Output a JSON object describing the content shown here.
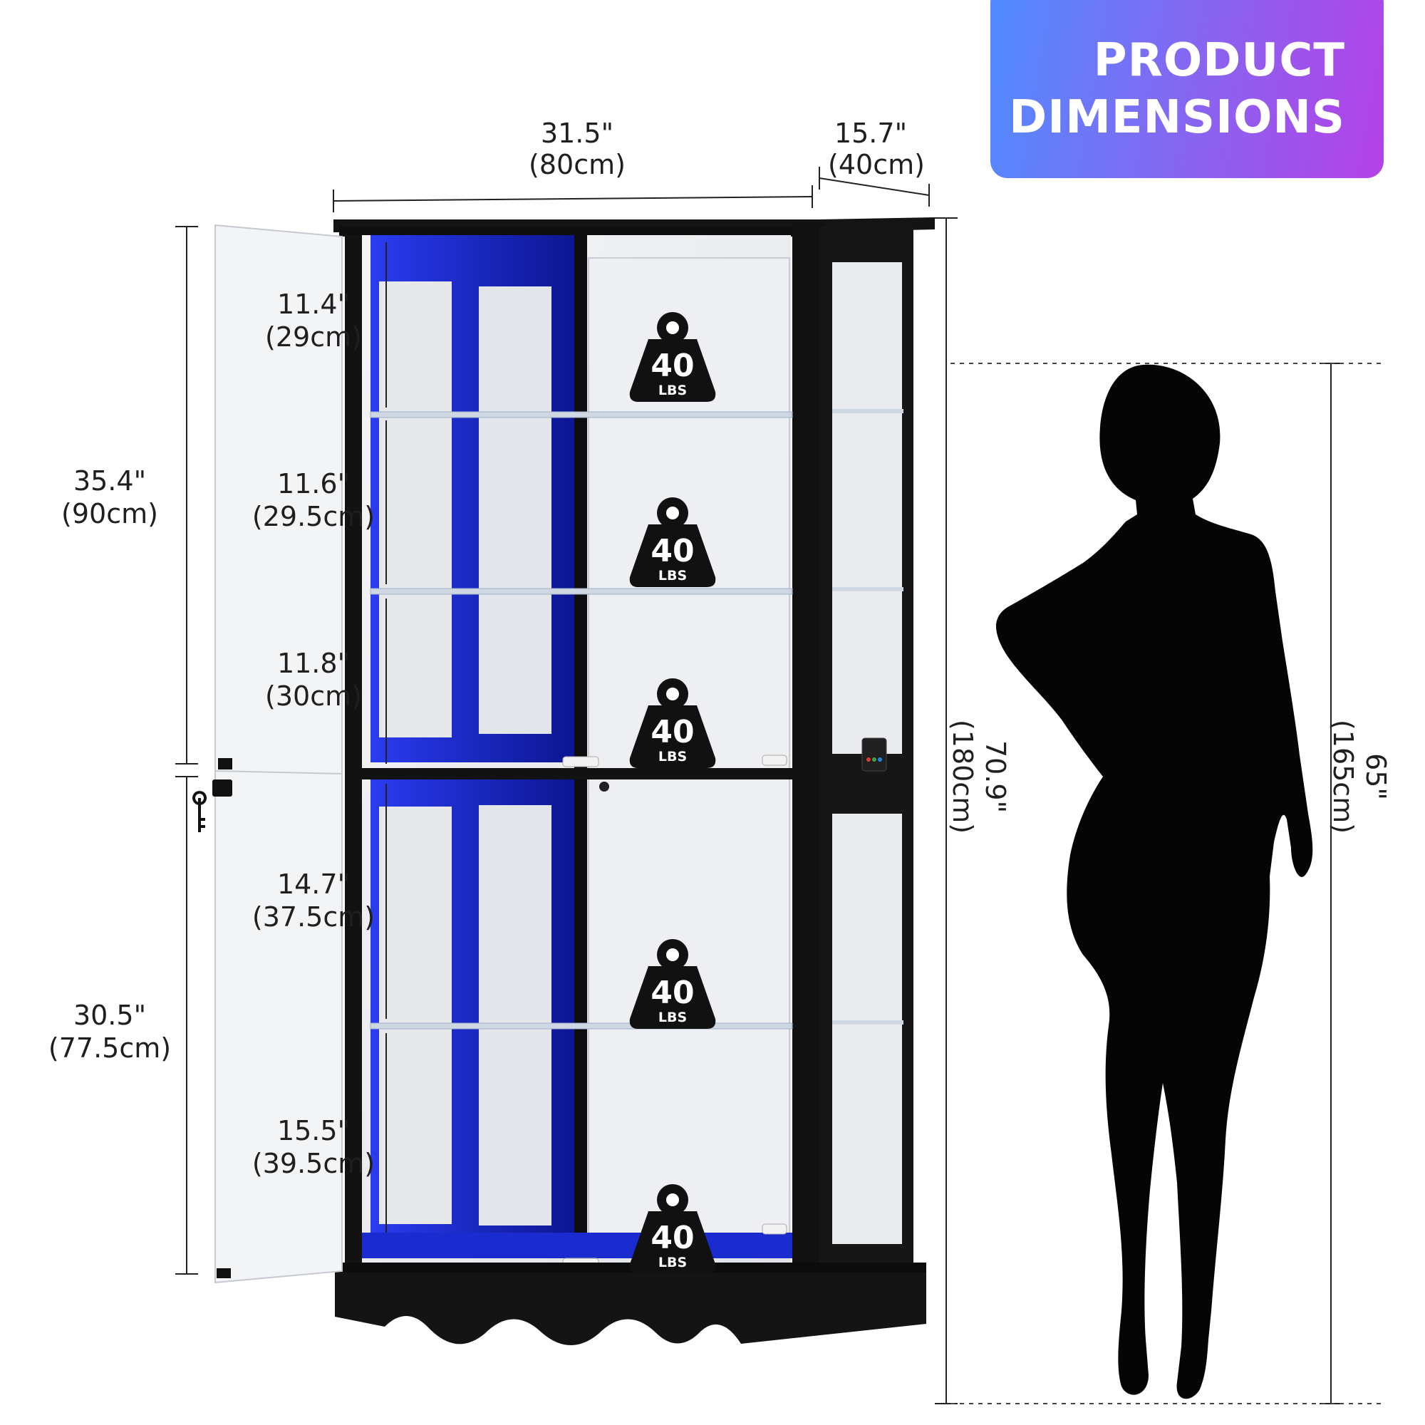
{
  "banner": {
    "line1": "PRODUCT",
    "line2": "DIMENSIONS"
  },
  "width": {
    "in": "31.5\"",
    "cm": "(80cm)"
  },
  "depth": {
    "in": "15.7\"",
    "cm": "(40cm)"
  },
  "total_height": {
    "in": "70.9\"",
    "cm": "(180cm)"
  },
  "person_height": {
    "in": "65\"",
    "cm": "(165cm)"
  },
  "upper_door": {
    "in": "35.4\"",
    "cm": "(90cm)"
  },
  "lower_door": {
    "in": "30.5\"",
    "cm": "(77.5cm)"
  },
  "shelves": [
    {
      "in": "11.4\"",
      "cm": "(29cm)"
    },
    {
      "in": "11.6\"",
      "cm": "(29.5cm)"
    },
    {
      "in": "11.8\"",
      "cm": "(30cm)"
    },
    {
      "in": "14.7\"",
      "cm": "(37.5cm)"
    },
    {
      "in": "15.5\"",
      "cm": "(39.5cm)"
    }
  ],
  "weight_badges": [
    {
      "value": "40",
      "unit": "LBS"
    },
    {
      "value": "40",
      "unit": "LBS"
    },
    {
      "value": "40",
      "unit": "LBS"
    },
    {
      "value": "40",
      "unit": "LBS"
    },
    {
      "value": "40",
      "unit": "LBS"
    }
  ],
  "colors": {
    "cabinet": "#111111",
    "led": "#1b2fd8",
    "glass": "#eceef1",
    "banner_start": "#4f8cff",
    "banner_end": "#b441e6"
  }
}
